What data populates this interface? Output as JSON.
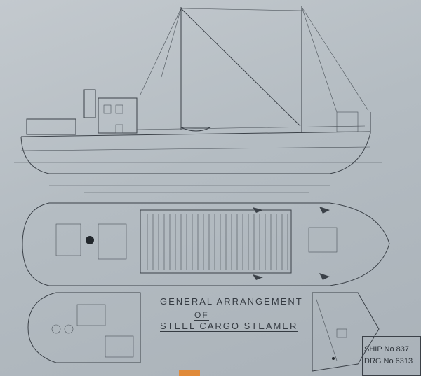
{
  "drawing": {
    "title_line1": "GENERAL ARRANGEMENT",
    "title_line2": "OF",
    "title_line3": "STEEL CARGO STEAMER"
  },
  "title_block": {
    "ship_number": "SHIP No 837",
    "drawing_number": "DRG No 6313"
  },
  "colors": {
    "paper": "#b7bec4",
    "ink": "#3b4148",
    "tag": "#e08a3a"
  }
}
